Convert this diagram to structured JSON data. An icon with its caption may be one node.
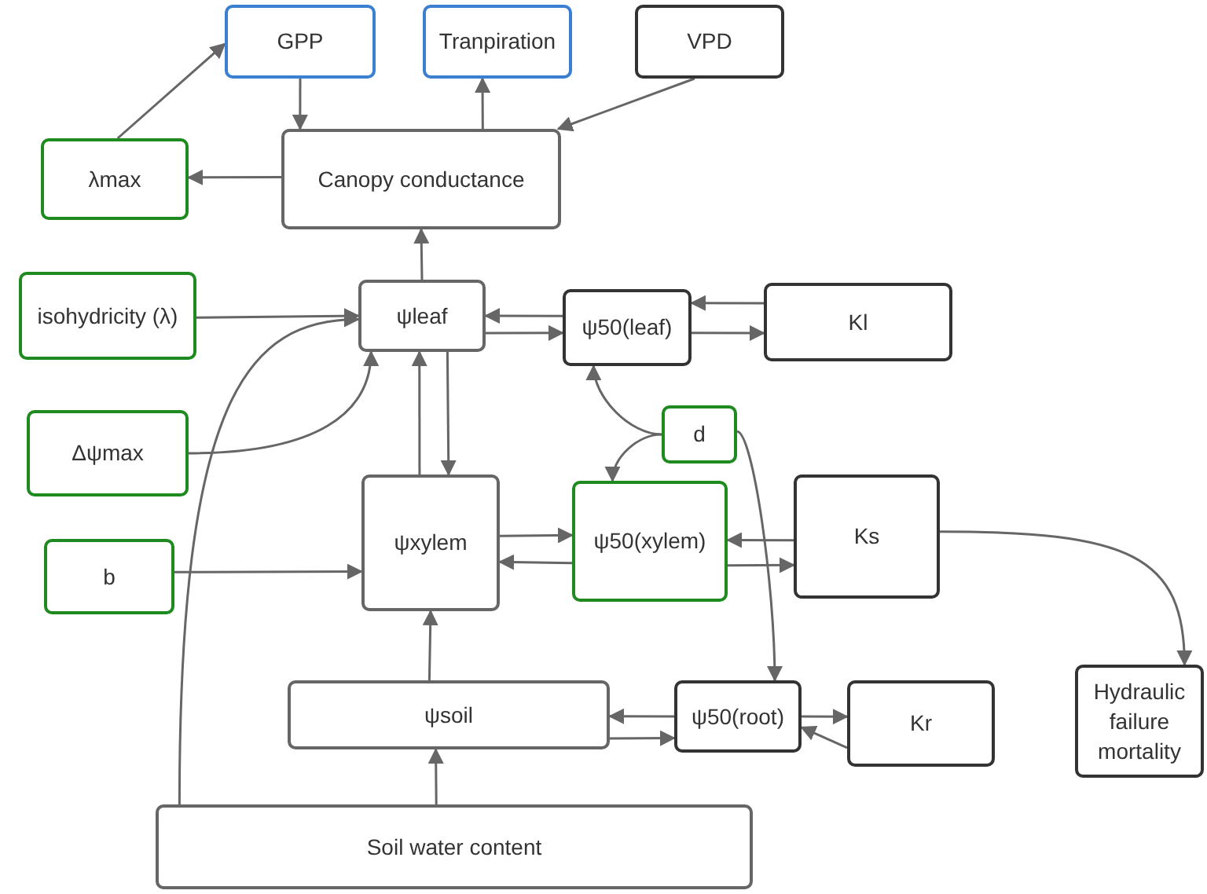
{
  "diagram": {
    "nodes": [
      {
        "text": [
          "GPP"
        ]
      },
      {
        "text": [
          "Tranpiration"
        ]
      },
      {
        "text": [
          "VPD"
        ]
      },
      {
        "text": [
          "λmax"
        ]
      },
      {
        "text": [
          "Canopy conductance"
        ]
      },
      {
        "text": [
          "isohydricity (λ)"
        ]
      },
      {
        "text": [
          "ψleaf"
        ]
      },
      {
        "text": [
          "ψ50(leaf)"
        ]
      },
      {
        "text": [
          "Kl"
        ]
      },
      {
        "text": [
          "Δψmax"
        ]
      },
      {
        "text": [
          "d"
        ]
      },
      {
        "text": [
          "ψxylem"
        ]
      },
      {
        "text": [
          "ψ50(xylem)"
        ]
      },
      {
        "text": [
          "Ks"
        ]
      },
      {
        "text": [
          "b"
        ]
      },
      {
        "text": [
          "ψsoil"
        ]
      },
      {
        "text": [
          "ψ50(root)"
        ]
      },
      {
        "text": [
          "Kr"
        ]
      },
      {
        "text": [
          "Hydraulic failure mortality"
        ]
      },
      {
        "text": [
          "Soil water content"
        ]
      }
    ],
    "edges": [
      {
        "from": 3,
        "to": 0,
        "arrow": "to"
      },
      {
        "from": 0,
        "to": 4,
        "arrow": "to"
      },
      {
        "from": 4,
        "to": 1,
        "arrow": "to"
      },
      {
        "from": 2,
        "to": 4,
        "arrow": "to"
      },
      {
        "from": 4,
        "to": 3,
        "arrow": "to"
      },
      {
        "from": 6,
        "to": 4,
        "arrow": "to"
      },
      {
        "from": 5,
        "to": 6,
        "arrow": "to"
      },
      {
        "from": 19,
        "to": 6,
        "arrow": "to"
      },
      {
        "from": 9,
        "to": 6,
        "arrow": "to"
      },
      {
        "from": 7,
        "to": 6,
        "arrow": "to"
      },
      {
        "from": 6,
        "to": 7,
        "arrow": "to"
      },
      {
        "from": 8,
        "to": 7,
        "arrow": "to"
      },
      {
        "from": 7,
        "to": 8,
        "arrow": "to"
      },
      {
        "from": 11,
        "to": 6,
        "arrow": "to"
      },
      {
        "from": 6,
        "to": 11,
        "arrow": "to"
      },
      {
        "from": 10,
        "to": 7,
        "arrow": "to"
      },
      {
        "from": 10,
        "to": 12,
        "arrow": "to"
      },
      {
        "from": 10,
        "to": 16,
        "arrow": "to"
      },
      {
        "from": 14,
        "to": 11,
        "arrow": "to"
      },
      {
        "from": 11,
        "to": 12,
        "arrow": "to"
      },
      {
        "from": 12,
        "to": 11,
        "arrow": "to"
      },
      {
        "from": 13,
        "to": 12,
        "arrow": "to"
      },
      {
        "from": 12,
        "to": 13,
        "arrow": "to"
      },
      {
        "from": 13,
        "to": 18,
        "arrow": "to"
      },
      {
        "from": 15,
        "to": 11,
        "arrow": "to"
      },
      {
        "from": 19,
        "to": 15,
        "arrow": "to"
      },
      {
        "from": 16,
        "to": 15,
        "arrow": "to"
      },
      {
        "from": 15,
        "to": 16,
        "arrow": "to"
      },
      {
        "from": 16,
        "to": 17,
        "arrow": "to"
      },
      {
        "from": 17,
        "to": 16,
        "arrow": "to"
      }
    ]
  }
}
